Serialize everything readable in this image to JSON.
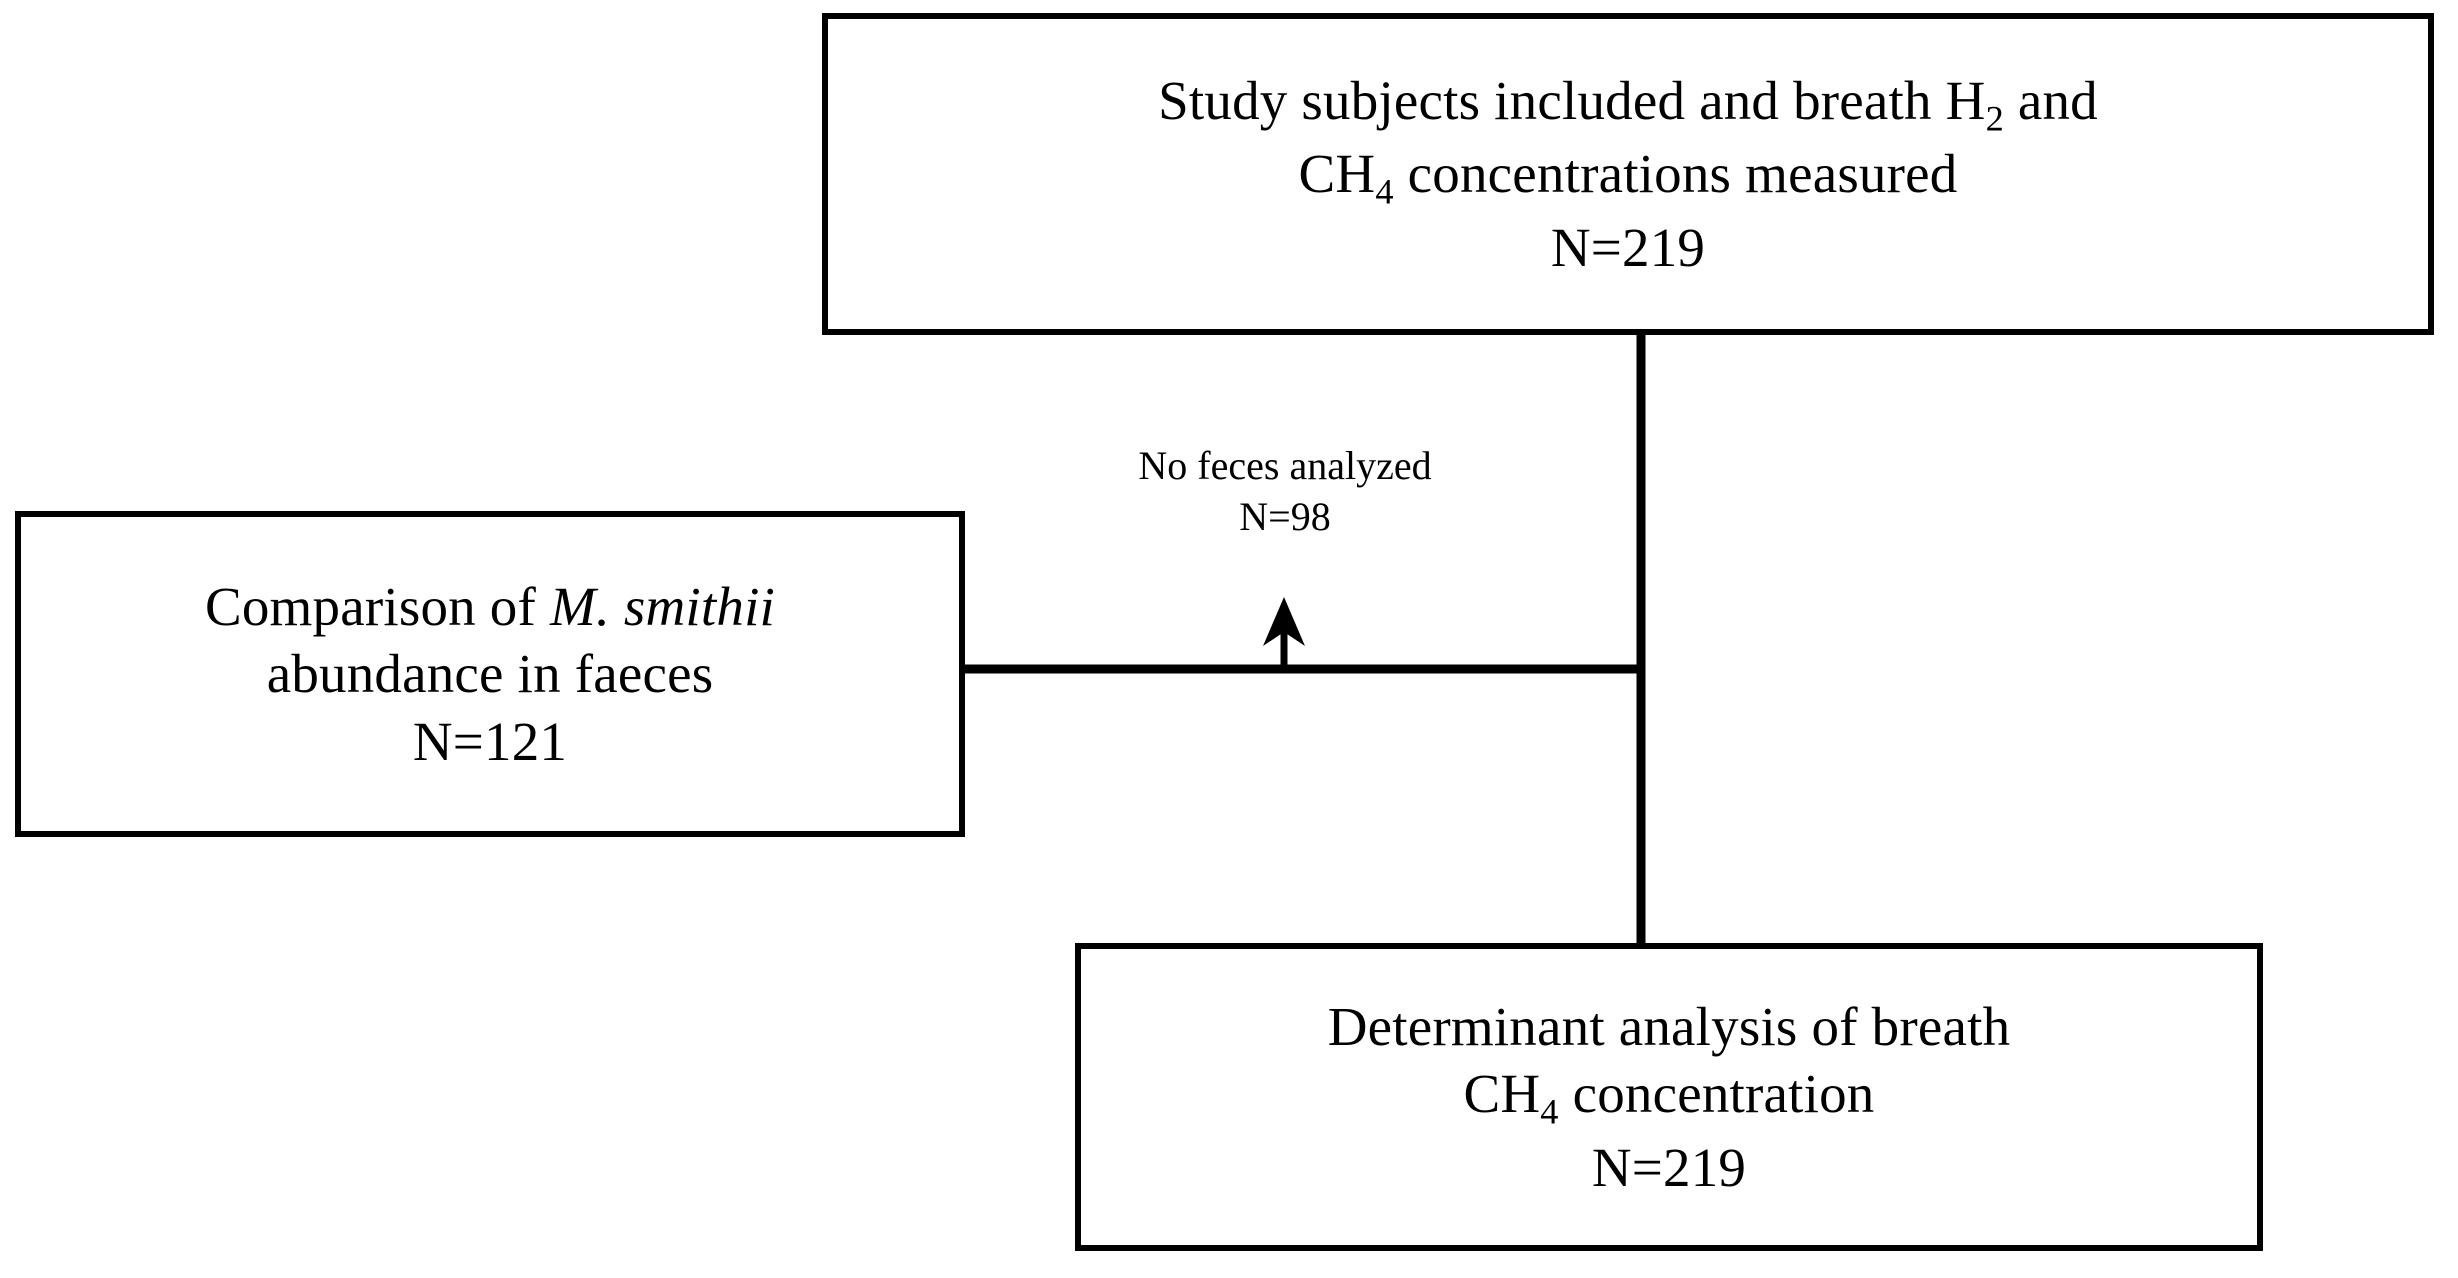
{
  "diagram": {
    "type": "study-flow-chart",
    "background_color": "#ffffff",
    "line_color": "#000000",
    "boxes": {
      "top": {
        "name": "study-subjects-box",
        "line1_prefix": "Study subjects included and breath H",
        "line1_sub": "2",
        "line1_suffix": " and",
        "line2_prefix": "CH",
        "line2_sub": "4",
        "line2_suffix": " concentrations measured",
        "line3": "N=219",
        "count": 219
      },
      "left": {
        "name": "faeces-comparison-box",
        "line1_prefix": "Comparison of ",
        "line1_italic": "M. smithii",
        "line2": "abundance in faeces",
        "line3": "N=121",
        "count": 121
      },
      "bottom": {
        "name": "determinant-analysis-box",
        "line1": "Determinant analysis of breath",
        "line2_prefix": "CH",
        "line2_sub": "4",
        "line2_suffix": " concentration",
        "line3": "N=219",
        "count": 219
      }
    },
    "annotation": {
      "name": "no-feces-annotation",
      "line1": "No feces analyzed",
      "line2": "N=98",
      "count": 98
    }
  }
}
